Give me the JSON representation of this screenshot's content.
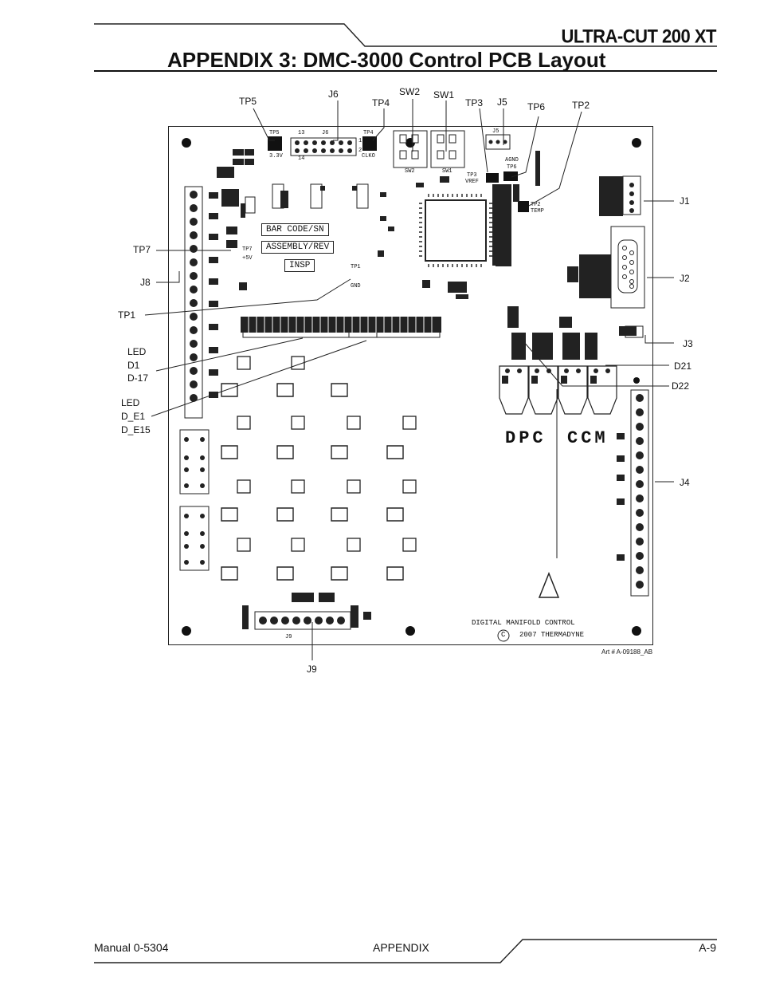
{
  "header": {
    "product": "ULTRA-CUT 200 XT",
    "title": "APPENDIX  3: DMC-3000 Control PCB Layout"
  },
  "callouts": {
    "tp5": "TP5",
    "j6": "J6",
    "tp4": "TP4",
    "sw2": "SW2",
    "sw1": "SW1",
    "tp3": "TP3",
    "j5": "J5",
    "tp6": "TP6",
    "tp2": "TP2",
    "j1": "J1",
    "j2": "J2",
    "j3": "J3",
    "d21": "D21",
    "d22": "D22",
    "j4": "J4",
    "tp7": "TP7",
    "j8": "J8",
    "tp1": "TP1",
    "led1_a": "LED",
    "led1_b": "D1",
    "led1_c": "D-17",
    "led2_a": "LED",
    "led2_b": "D_E1",
    "led2_c": "D_E15",
    "j9": "J9"
  },
  "board": {
    "bar_code": "BAR CODE/SN",
    "assembly": "ASSEMBLY/REV",
    "insp": "INSP",
    "tp5_a": "TP5",
    "tp5_b": "3.3V",
    "tp4_a": "TP4",
    "tp4_b": "CLKO",
    "tp7_a": "TP7",
    "tp7_b": "+5V",
    "tp1_a": "TP1",
    "tp1_b": "GND",
    "tp3_a": "TP3",
    "tp3_b": "VREF",
    "tp6_a": "AGND",
    "tp6_b": "TP6",
    "tp2_a": "TP2",
    "tp2_b": "TEMP",
    "j6": "J6",
    "j6_a": "13",
    "j6_b": "14",
    "j6_c": "1",
    "j6_d": "2",
    "sw2": "SW2",
    "sw1": "SW1",
    "j9": "J9",
    "j5": "J5",
    "dpc": "DPC",
    "ccm": "CCM",
    "footer_line1": "DIGITAL MANIFOLD CONTROL",
    "copyright": "C",
    "footer_line2": "2007 THERMADYNE"
  },
  "art_number": "Art # A-09188_AB",
  "footer": {
    "left": "Manual 0-5304",
    "center": "APPENDIX",
    "right": "A-9"
  }
}
